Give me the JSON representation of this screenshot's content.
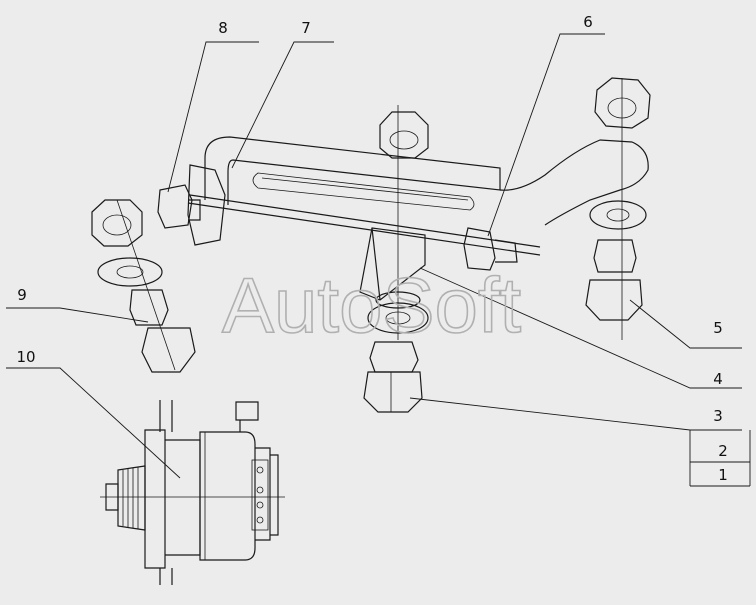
{
  "diagram": {
    "callouts": [
      "1",
      "2",
      "3",
      "4",
      "5",
      "6",
      "7",
      "8",
      "9",
      "10"
    ],
    "watermark": "AutoSoft"
  }
}
